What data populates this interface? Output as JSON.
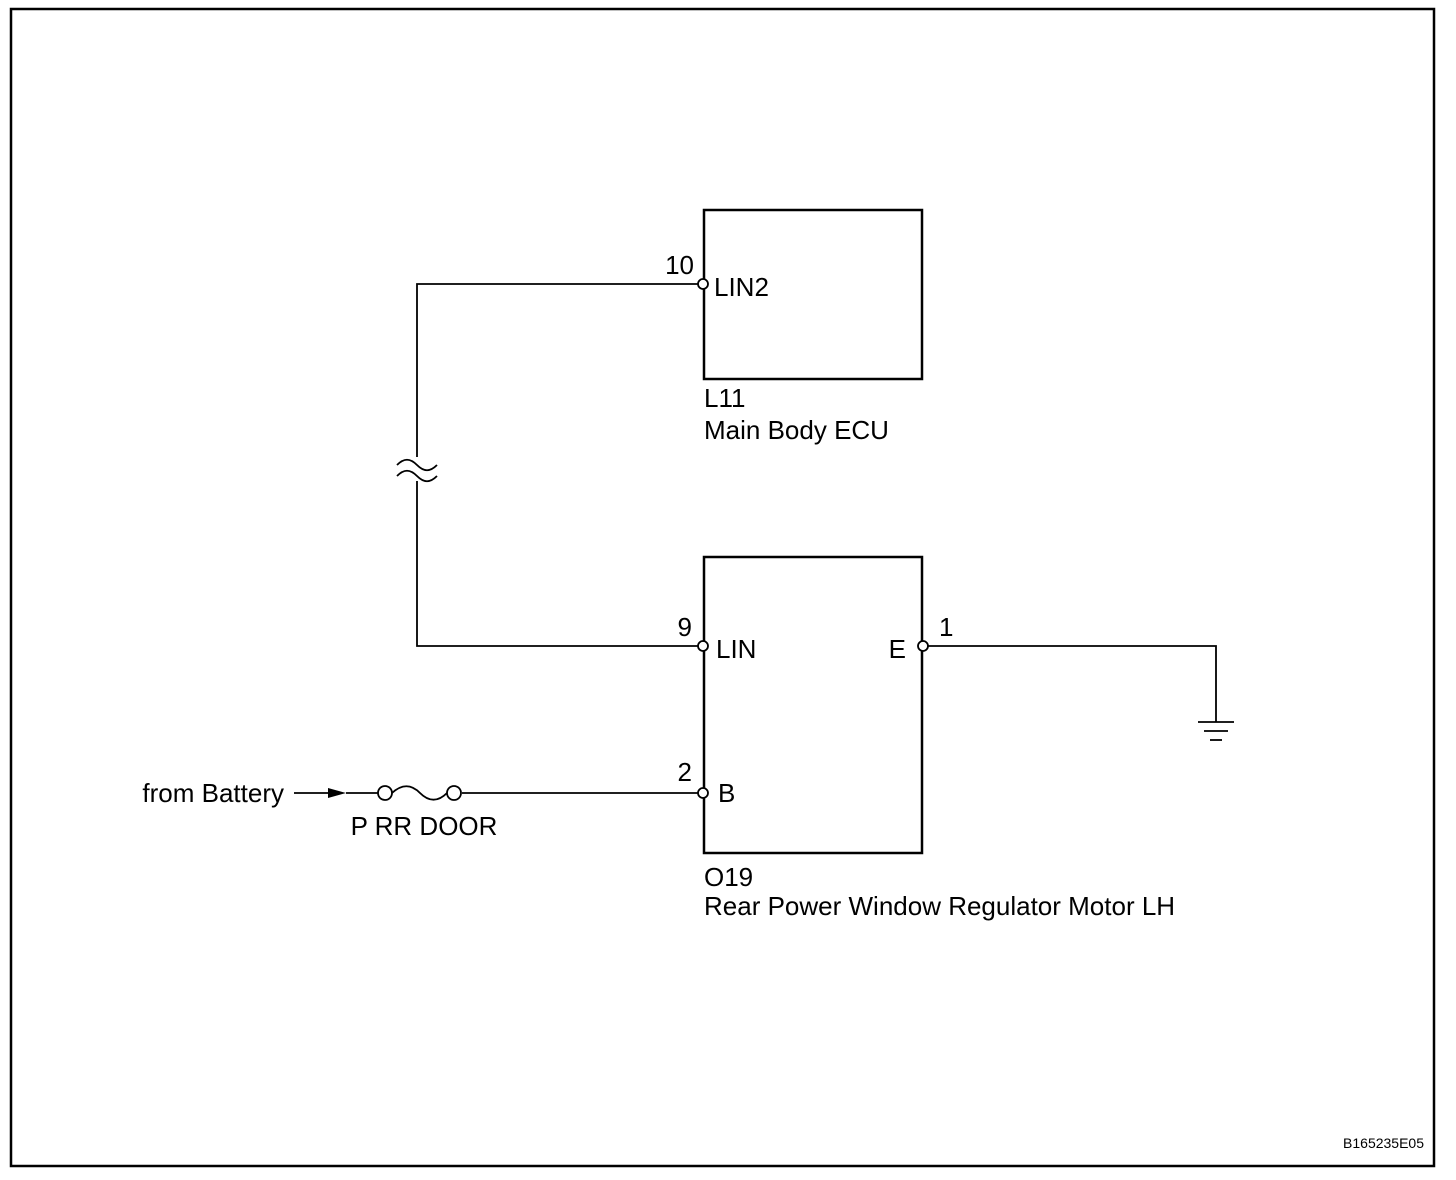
{
  "components": {
    "ecu": {
      "id": "L11",
      "name": "Main Body ECU",
      "pin": {
        "number": "10",
        "name": "LIN2"
      }
    },
    "motor": {
      "id": "O19",
      "name": "Rear Power Window Regulator Motor LH",
      "pins": [
        {
          "number": "9",
          "name": "LIN"
        },
        {
          "number": "2",
          "name": "B"
        },
        {
          "number": "1",
          "name": "E"
        }
      ]
    }
  },
  "source": {
    "label": "from Battery"
  },
  "fuse": {
    "label": "P RR DOOR"
  },
  "ground_symbol": "ground-icon",
  "line_break_symbol": "wavy-break-icon",
  "figure_code": "B165235E05",
  "colors": {
    "line": "#000000",
    "background": "#ffffff"
  }
}
